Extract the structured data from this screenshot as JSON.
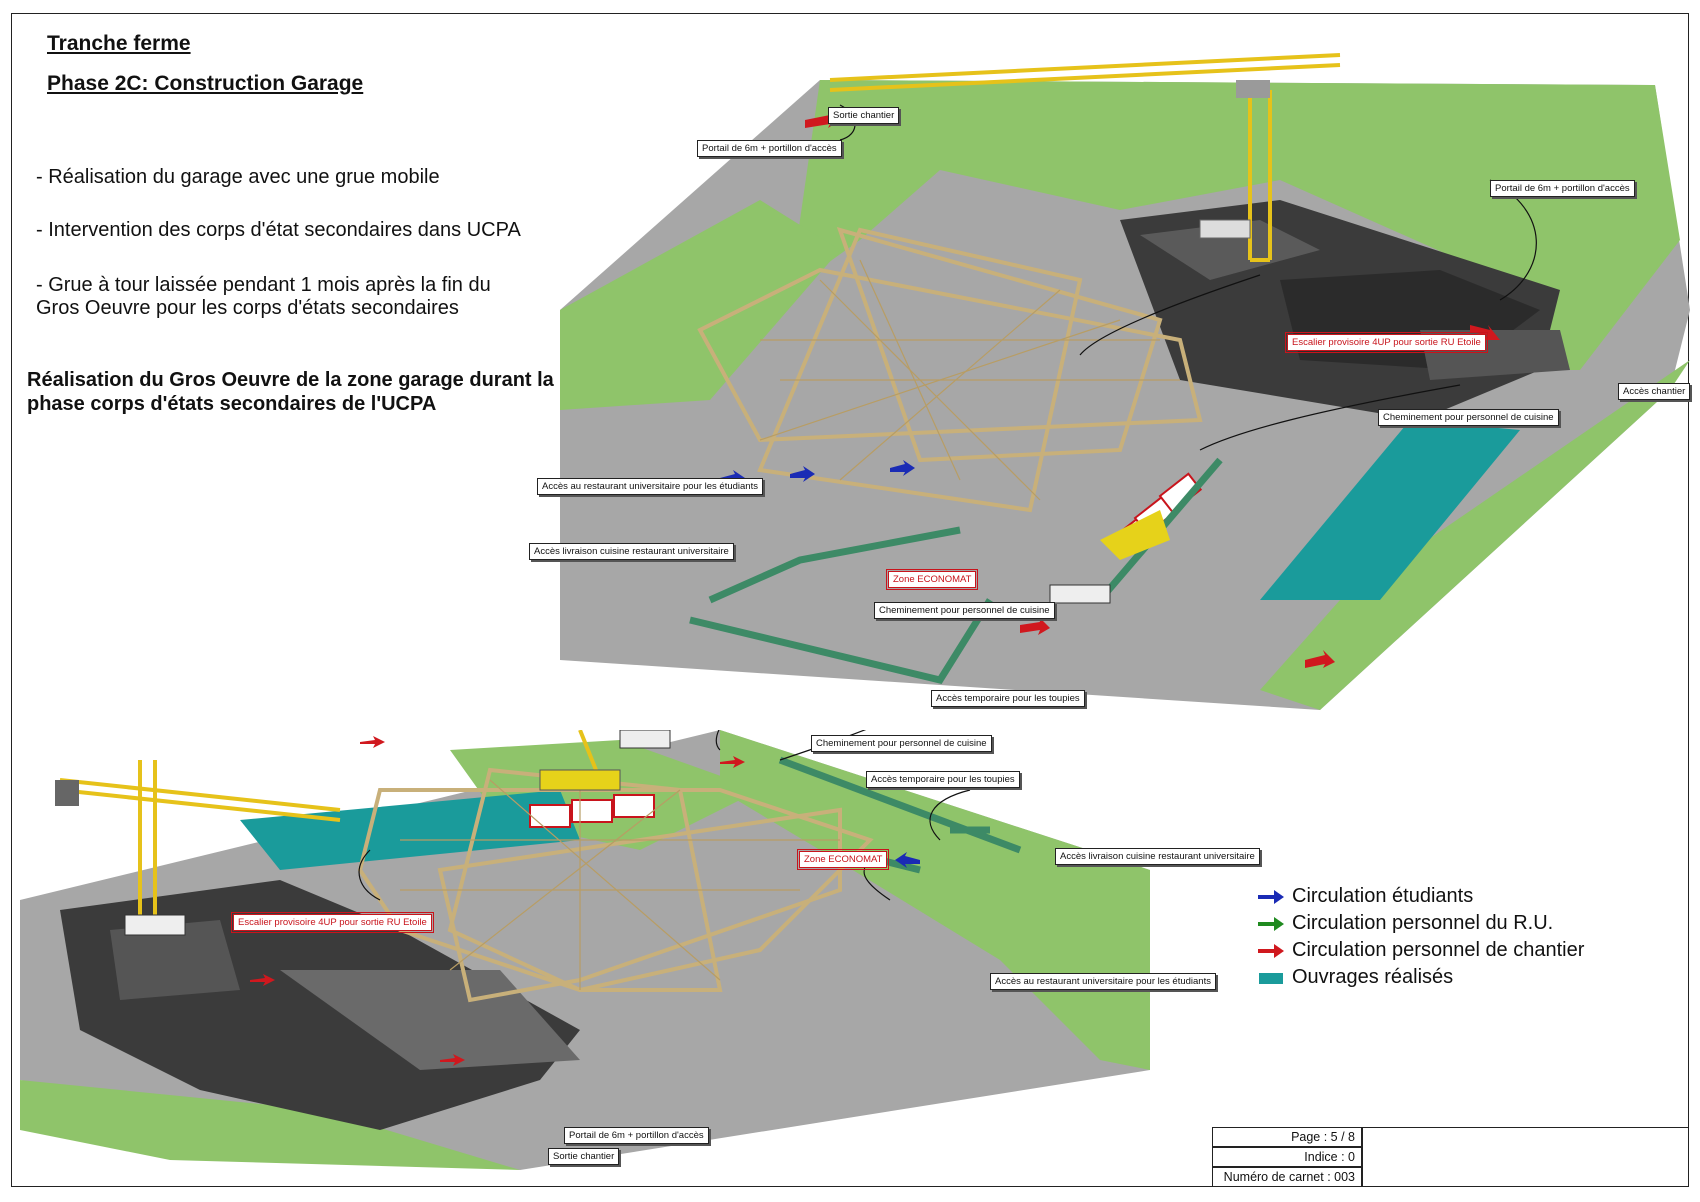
{
  "header": {
    "tranche": "Tranche ferme",
    "phase": "Phase 2C: Construction Garage"
  },
  "bullets": [
    "- Réalisation du garage avec une grue mobile",
    "- Intervention des corps d'état secondaires dans UCPA",
    "- Grue à tour laissée pendant 1 mois après la fin du Gros Oeuvre pour les corps d'états secondaires"
  ],
  "subheading": "Réalisation du Gros Oeuvre de la zone garage durant la phase corps d'états secondaires de l'UCPA",
  "top_view": {
    "labels": {
      "sortie_chantier": "Sortie chantier",
      "portail_left": "Portail de 6m + portillon d'accès",
      "portail_right": "Portail de 6m + portillon d'accès",
      "escalier": "Escalier provisoire 4UP pour sortie RU Etoile",
      "acces_chantier": "Accès chantier",
      "cheminement_cuisine_1": "Cheminement pour personnel de cuisine",
      "acces_restaurant": "Accès au restaurant universitaire pour les étudiants",
      "acces_livraison": "Accès livraison cuisine restaurant universitaire",
      "zone_economat": "Zone ECONOMAT",
      "cheminement_cuisine_2": "Cheminement pour personnel de cuisine",
      "acces_toupies": "Accès temporaire pour les toupies"
    }
  },
  "bottom_view": {
    "labels": {
      "cheminement_cuisine": "Cheminement pour personnel de cuisine",
      "acces_toupies": "Accès temporaire pour les toupies",
      "zone_economat": "Zone ECONOMAT",
      "acces_livraison": "Accès livraison cuisine restaurant universitaire",
      "escalier": "Escalier provisoire 4UP pour sortie RU Etoile",
      "acces_restaurant": "Accès au restaurant universitaire pour les étudiants",
      "portail": "Portail de 6m + portillon d'accès",
      "sortie_chantier": "Sortie chantier"
    }
  },
  "legend": {
    "items": [
      {
        "label": "Circulation étudiants",
        "color": "#1a2bb5",
        "kind": "arrow"
      },
      {
        "label": "Circulation personnel du R.U.",
        "color": "#1f8a1f",
        "kind": "arrow"
      },
      {
        "label": "Circulation personnel de chantier",
        "color": "#d0181e",
        "kind": "arrow"
      },
      {
        "label": "Ouvrages réalisés",
        "color": "#1a9b9b",
        "kind": "box"
      }
    ]
  },
  "title_block": {
    "page": "Page : 5 / 8",
    "indice": "Indice : 0",
    "carnet": "Numéro de carnet : 003"
  },
  "colors": {
    "grass": "#8fc46a",
    "asphalt": "#a9a9a9",
    "building": "#4a4a4a",
    "timber": "#c8b07a",
    "crane": "#e6c21a",
    "fence": "#3d8a66",
    "teal": "#1a9b9b"
  }
}
